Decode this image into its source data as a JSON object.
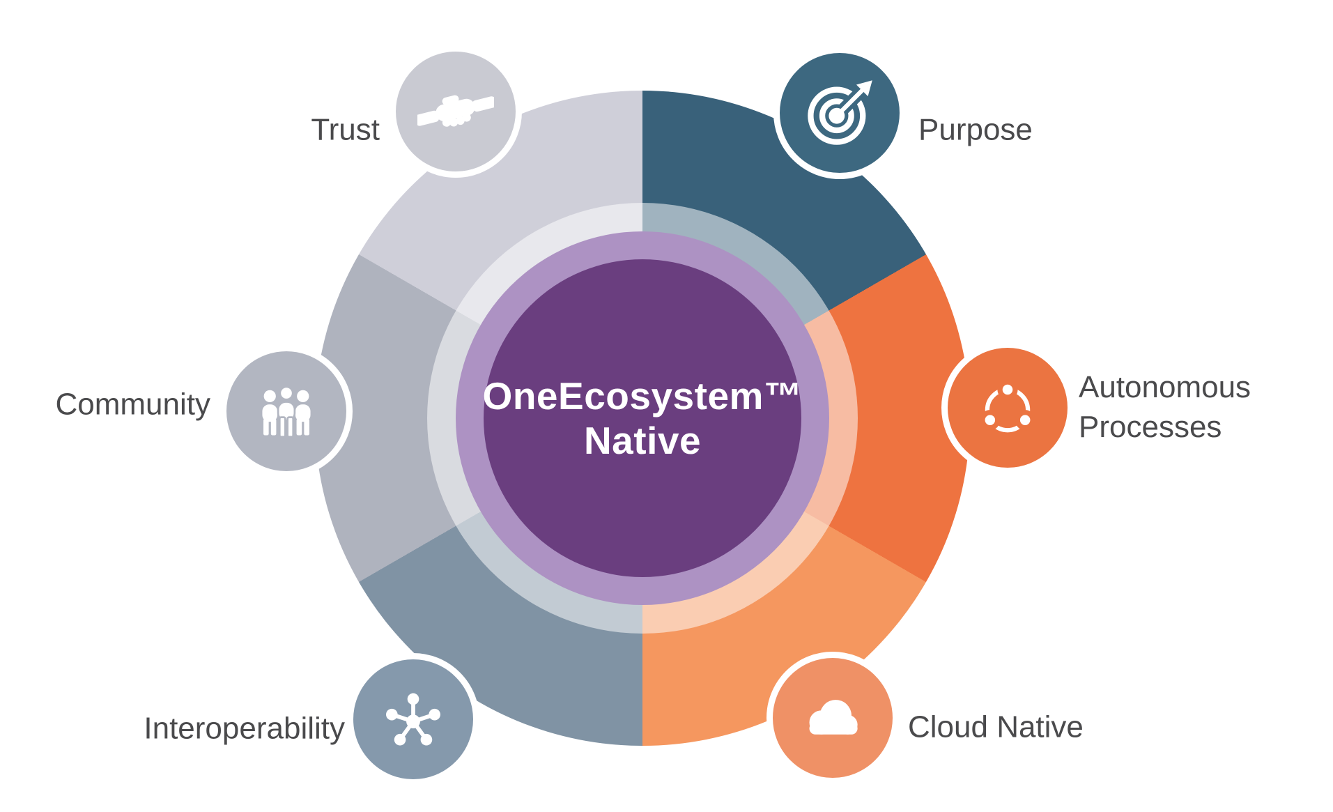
{
  "diagram": {
    "type": "circular-segmented-wheel",
    "center": {
      "title_line1": "OneEcosystem™",
      "title_line2": "Native",
      "core_color": "#6A3E7F",
      "ring_color": "#AD92C3"
    },
    "label_text_color": "#4A4A4C",
    "segments": [
      {
        "label": "Purpose",
        "position": "top-right",
        "icon": "target-arrow-icon",
        "segment_color": "#39617A",
        "badge_color": "#3D6880"
      },
      {
        "label": "Autonomous Processes",
        "position": "right",
        "icon": "share-nodes-icon",
        "segment_color": "#EE7340",
        "badge_color": "#EB7441"
      },
      {
        "label": "Cloud Native",
        "position": "bottom-right",
        "icon": "cloud-icon",
        "segment_color": "#F5975F",
        "badge_color": "#EF9166"
      },
      {
        "label": "Interoperability",
        "position": "bottom-left",
        "icon": "hub-network-icon",
        "segment_color": "#8093A4",
        "badge_color": "#8599AC"
      },
      {
        "label": "Community",
        "position": "left",
        "icon": "people-group-icon",
        "segment_color": "#AFB3BE",
        "badge_color": "#B2B6C1"
      },
      {
        "label": "Trust",
        "position": "top-left",
        "icon": "handshake-icon",
        "segment_color": "#CFCFD9",
        "badge_color": "#C9CAD2"
      }
    ]
  }
}
